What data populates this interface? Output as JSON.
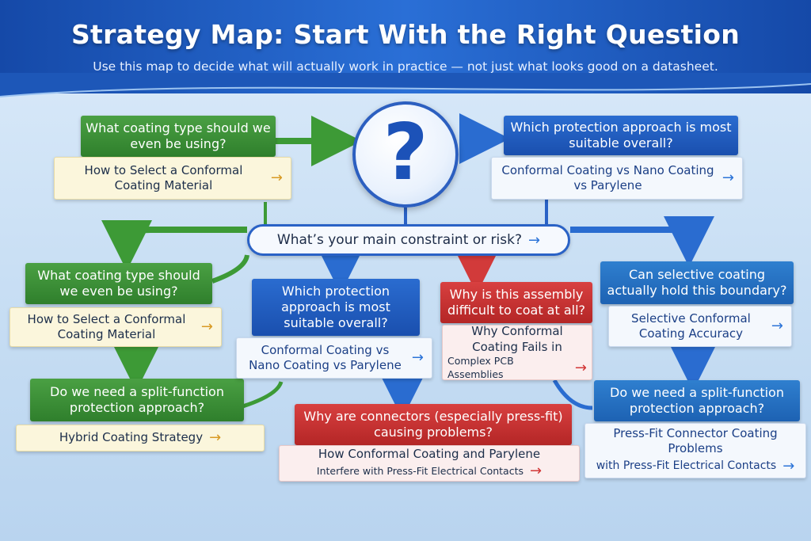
{
  "header": {
    "title": "Strategy Map: Start With the Right Question",
    "subtitle": "Use this map to decide what will actually work in practice — not just what looks good on a datasheet."
  },
  "center": {
    "question_mark": "?",
    "constraint_question": "What’s your main constraint or risk?"
  },
  "top_left": {
    "question": "What coating type should we even be using?",
    "answer": "How to Select a Conformal Coating Material"
  },
  "top_right": {
    "question": "Which protection approach is most suitable overall?",
    "answer": "Conformal Coating vs Nano Coating vs Parylene"
  },
  "left_mid": {
    "question": "What coating type should we even be using?",
    "answer": "How to Select a Conformal Coating Material"
  },
  "left_bottom": {
    "question": "Do we need a split-function protection approach?",
    "answer": "Hybrid Coating Strategy"
  },
  "center_left": {
    "question": "Which protection approach is most suitable overall?",
    "answer": "Conformal Coating vs Nano Coating vs Parylene"
  },
  "center_right": {
    "question": "Why is this assembly difficult to coat at all?",
    "answer_main": "Why Conformal Coating Fails in",
    "answer_sub": "Complex PCB Assemblies"
  },
  "right_mid": {
    "question": "Can selective coating actually hold this boundary?",
    "answer": "Selective Conformal Coating Accuracy"
  },
  "right_bottom": {
    "question": "Do we need a split-function protection approach?",
    "answer_main": "Press-Fit Connector Coating Problems",
    "answer_sub": "with Press-Fit Electrical Contacts"
  },
  "bottom_center": {
    "question": "Why are connectors (especially press-fit) causing problems?",
    "answer_main": "How Conformal Coating and Parylene",
    "answer_sub": "Interfere with Press-Fit Electrical Contacts"
  },
  "icons": {
    "arrow": "→"
  },
  "colors": {
    "green": "#2f7f2c",
    "blue": "#1a4fae",
    "red": "#b42626",
    "gold_arrow": "#d89a24"
  }
}
